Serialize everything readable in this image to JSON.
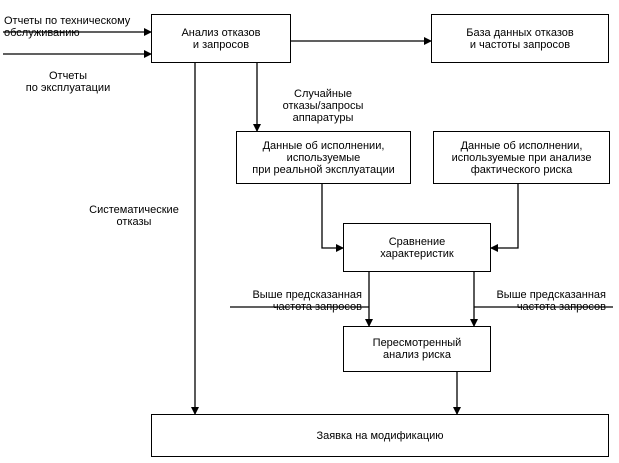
{
  "inputs": {
    "maintenance_reports": "Отчеты по техническому\nобслуживанию",
    "operation_reports": "Отчеты\nпо эксплуатации"
  },
  "boxes": {
    "analysis": "Анализ отказов\nи запросов",
    "database": "База данных отказов\nи частоты запросов",
    "real_performance": "Данные об исполнении,\nиспользуемые\nпри реальной эксплуатации",
    "risk_performance": "Данные об исполнении,\nиспользуемые при анализе\nфактического риска",
    "comparison": "Сравнение\nхарактеристик",
    "revised_risk": "Пересмотренный\nанализ риска",
    "modification": "Заявка на модификацию"
  },
  "labels": {
    "random_failures": "Случайные\nотказы/запросы\nаппаратуры",
    "systematic_failures": "Систематические\nотказы",
    "above_left": "Выше предсказанная\nчастота запросов",
    "above_right": "Выше предсказанная\nчастота запросов"
  }
}
